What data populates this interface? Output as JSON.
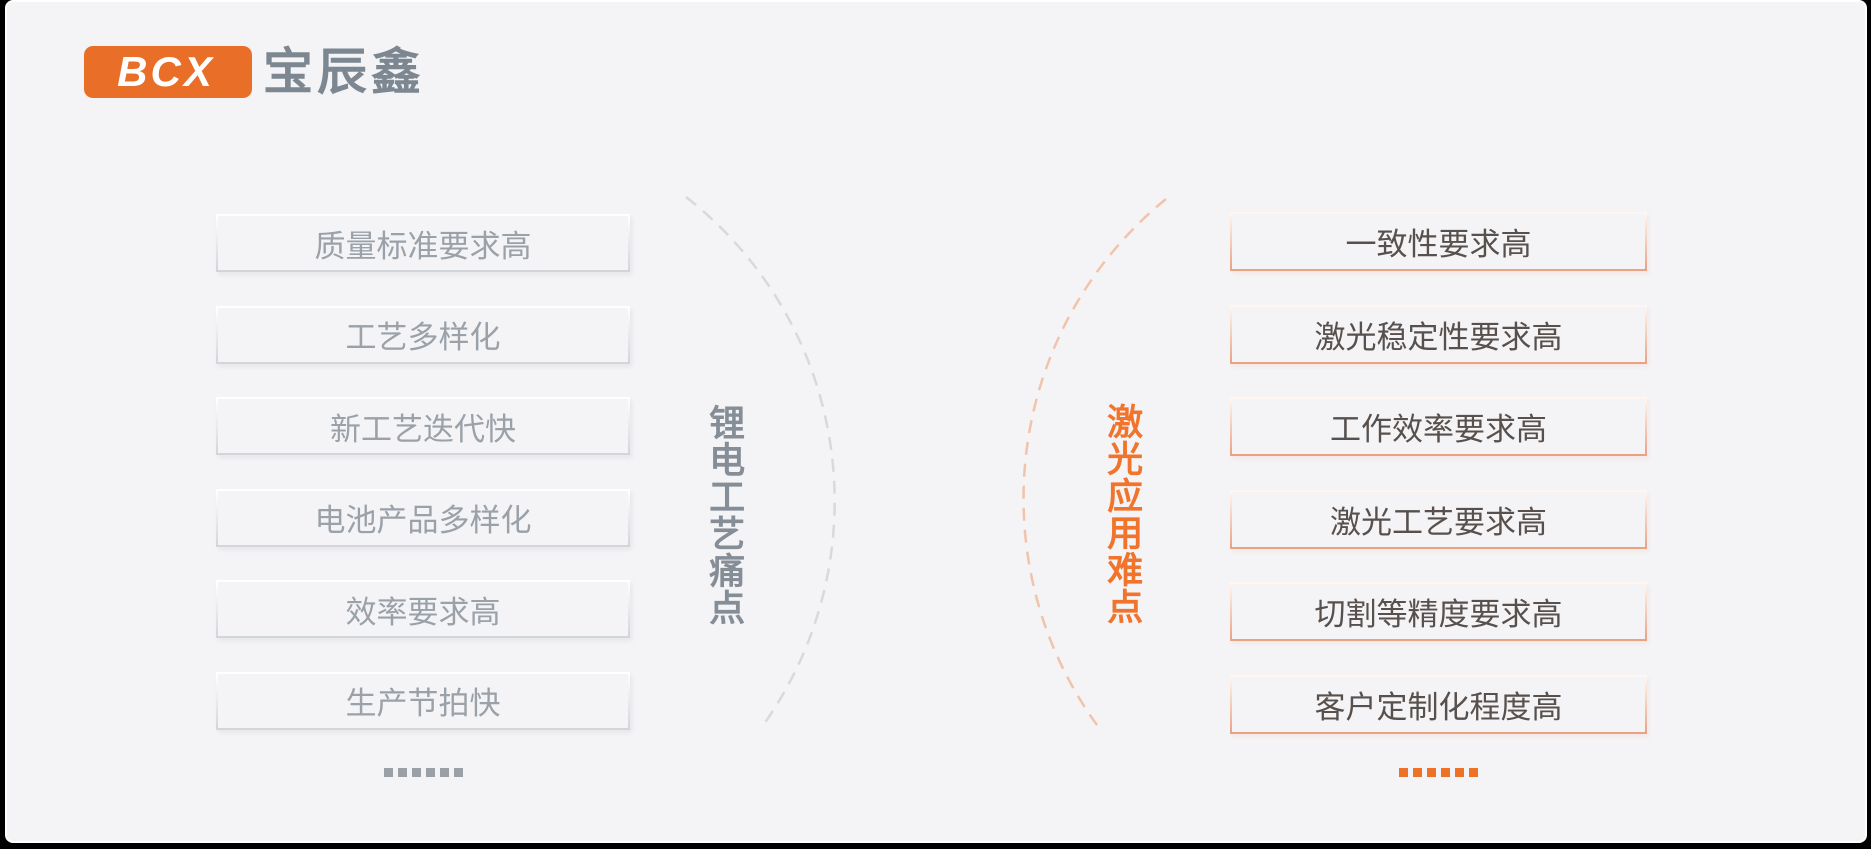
{
  "brand": {
    "logo_text": "BCX",
    "logo_cn": "宝辰鑫"
  },
  "colors": {
    "accent_orange": "#ee7225",
    "brand_orange": "#e96f28",
    "gray_text": "#9aa1a9",
    "dark_text": "#57504c",
    "background": "#f4f4f6"
  },
  "left_panel": {
    "title": "锂电工艺痛点",
    "items": [
      "质量标准要求高",
      "工艺多样化",
      "新工艺迭代快",
      "电池产品多样化",
      "效率要求高",
      "生产节拍快"
    ],
    "ellipsis": "......"
  },
  "right_panel": {
    "title": "激光应用难点",
    "items": [
      "一致性要求高",
      "激光稳定性要求高",
      "工作效率要求高",
      "激光工艺要求高",
      "切割等精度要求高",
      "客户定制化程度高"
    ],
    "ellipsis": "......"
  }
}
